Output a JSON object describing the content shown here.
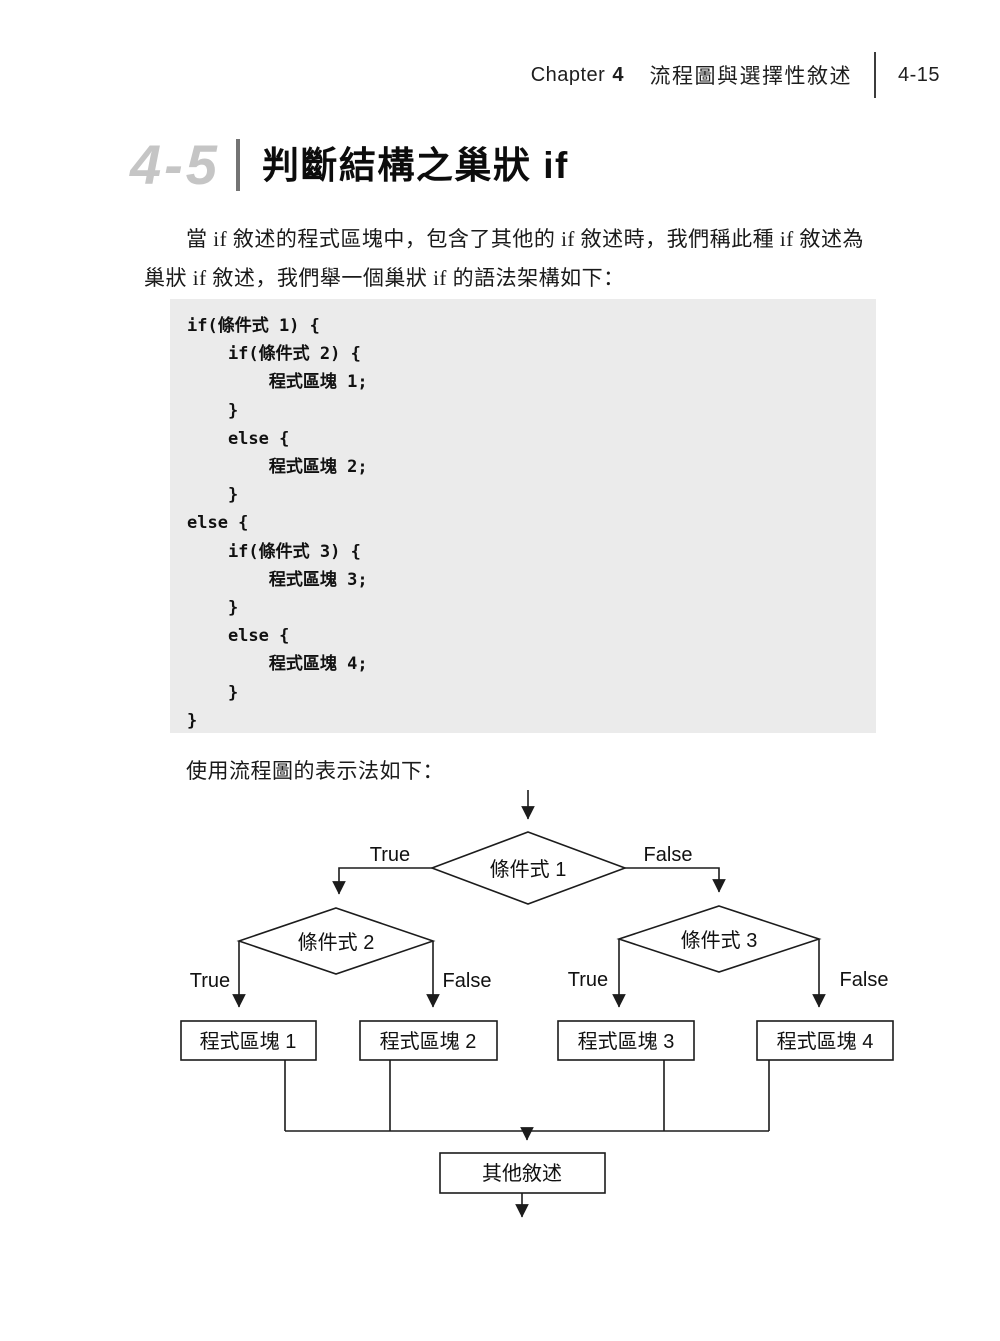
{
  "header": {
    "chapter_label": "Chapter",
    "chapter_number": "4",
    "chapter_title": "流程圖與選擇性敘述",
    "page_number": "4-15"
  },
  "section": {
    "number": "4-5",
    "title": "判斷結構之巢狀 if"
  },
  "body": {
    "intro_paragraph": "當 if 敘述的程式區塊中，包含了其他的 if 敘述時，我們稱此種 if 敘述為巢狀 if 敘述，我們舉一個巢狀 if 的語法架構如下：",
    "code_block": "if(條件式 1) {\n    if(條件式 2) {\n        程式區塊 1;\n    }\n    else {\n        程式區塊 2;\n    }\nelse {\n    if(條件式 3) {\n        程式區塊 3;\n    }\n    else {\n        程式區塊 4;\n    }\n}",
    "flowchart_caption": "使用流程圖的表示法如下："
  },
  "flowchart": {
    "decision_1": "條件式 1",
    "decision_2": "條件式 2",
    "decision_3": "條件式 3",
    "label_true": "True",
    "label_false": "False",
    "process_1": "程式區塊 1",
    "process_2": "程式區塊 2",
    "process_3": "程式區塊 3",
    "process_4": "程式區塊 4",
    "end_box": "其他敘述"
  },
  "colors": {
    "code_background": "#ebebeb",
    "section_number_gray": "#c5c5c5",
    "ink": "#1c1c1c"
  }
}
